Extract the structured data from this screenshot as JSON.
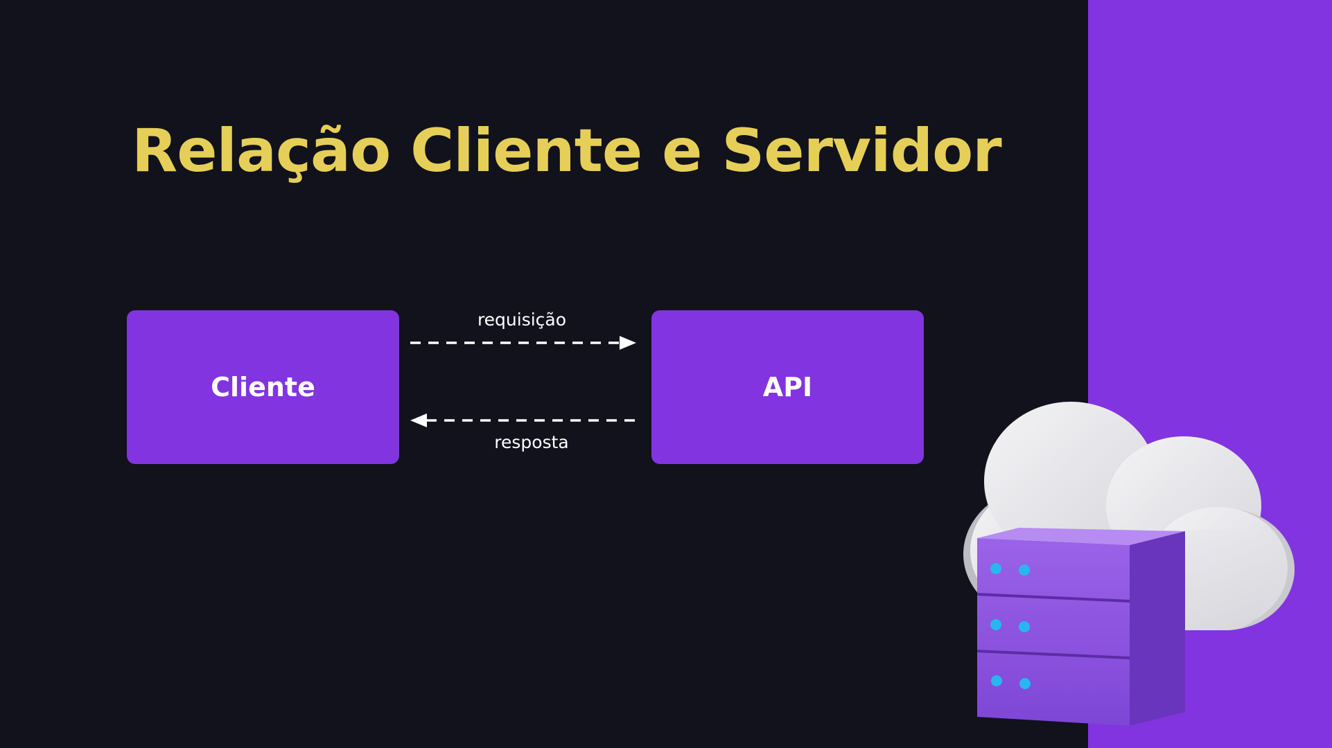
{
  "slide": {
    "title": "Relação Cliente e Servidor",
    "colors": {
      "background": "#11121c",
      "accent": "#8234e0",
      "title": "#e6cf58",
      "text": "#ffffff"
    }
  },
  "diagram": {
    "nodes": [
      {
        "id": "client",
        "label": "Cliente"
      },
      {
        "id": "api",
        "label": "API"
      }
    ],
    "edges": [
      {
        "from": "client",
        "to": "api",
        "label": "requisição",
        "style": "dashed"
      },
      {
        "from": "api",
        "to": "client",
        "label": "resposta",
        "style": "dashed"
      }
    ]
  },
  "illustration": {
    "icon": "cloud-server-icon"
  }
}
